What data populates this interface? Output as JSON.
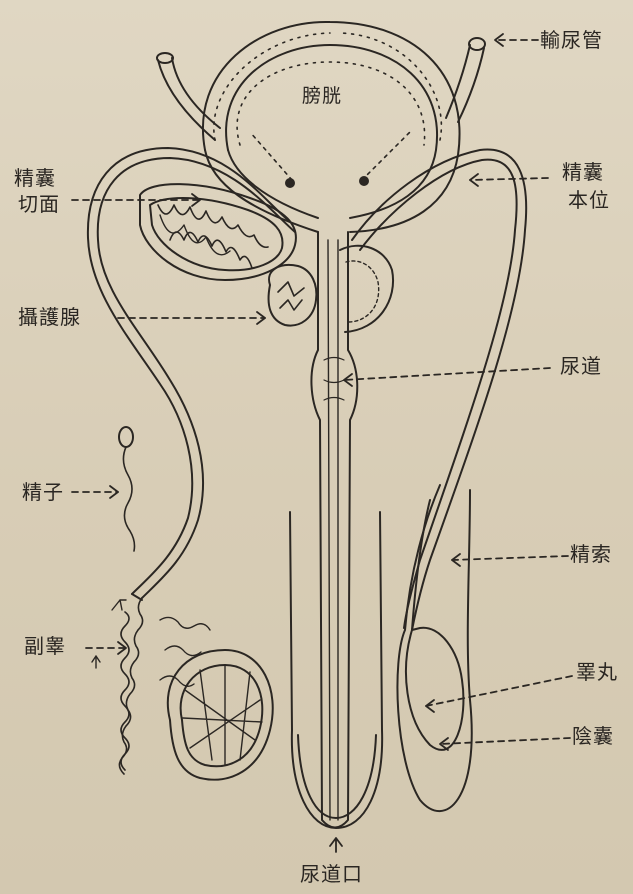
{
  "labels": {
    "bladder": "膀胱",
    "ureter": "輸尿管",
    "seminal_vesicle_section_1": "精囊",
    "seminal_vesicle_section_2": "切面",
    "seminal_vesicle_position_1": "精囊",
    "seminal_vesicle_position_2": "本位",
    "prostate": "攝護腺",
    "urethra": "尿道",
    "sperm": "精子",
    "spermatic_cord": "精索",
    "epididymis": "副睾",
    "testis": "睪丸",
    "scrotum": "陰囊",
    "urethral_opening": "尿道口"
  },
  "colors": {
    "paper": "#dcd2bd",
    "ink": "#2a2622"
  }
}
